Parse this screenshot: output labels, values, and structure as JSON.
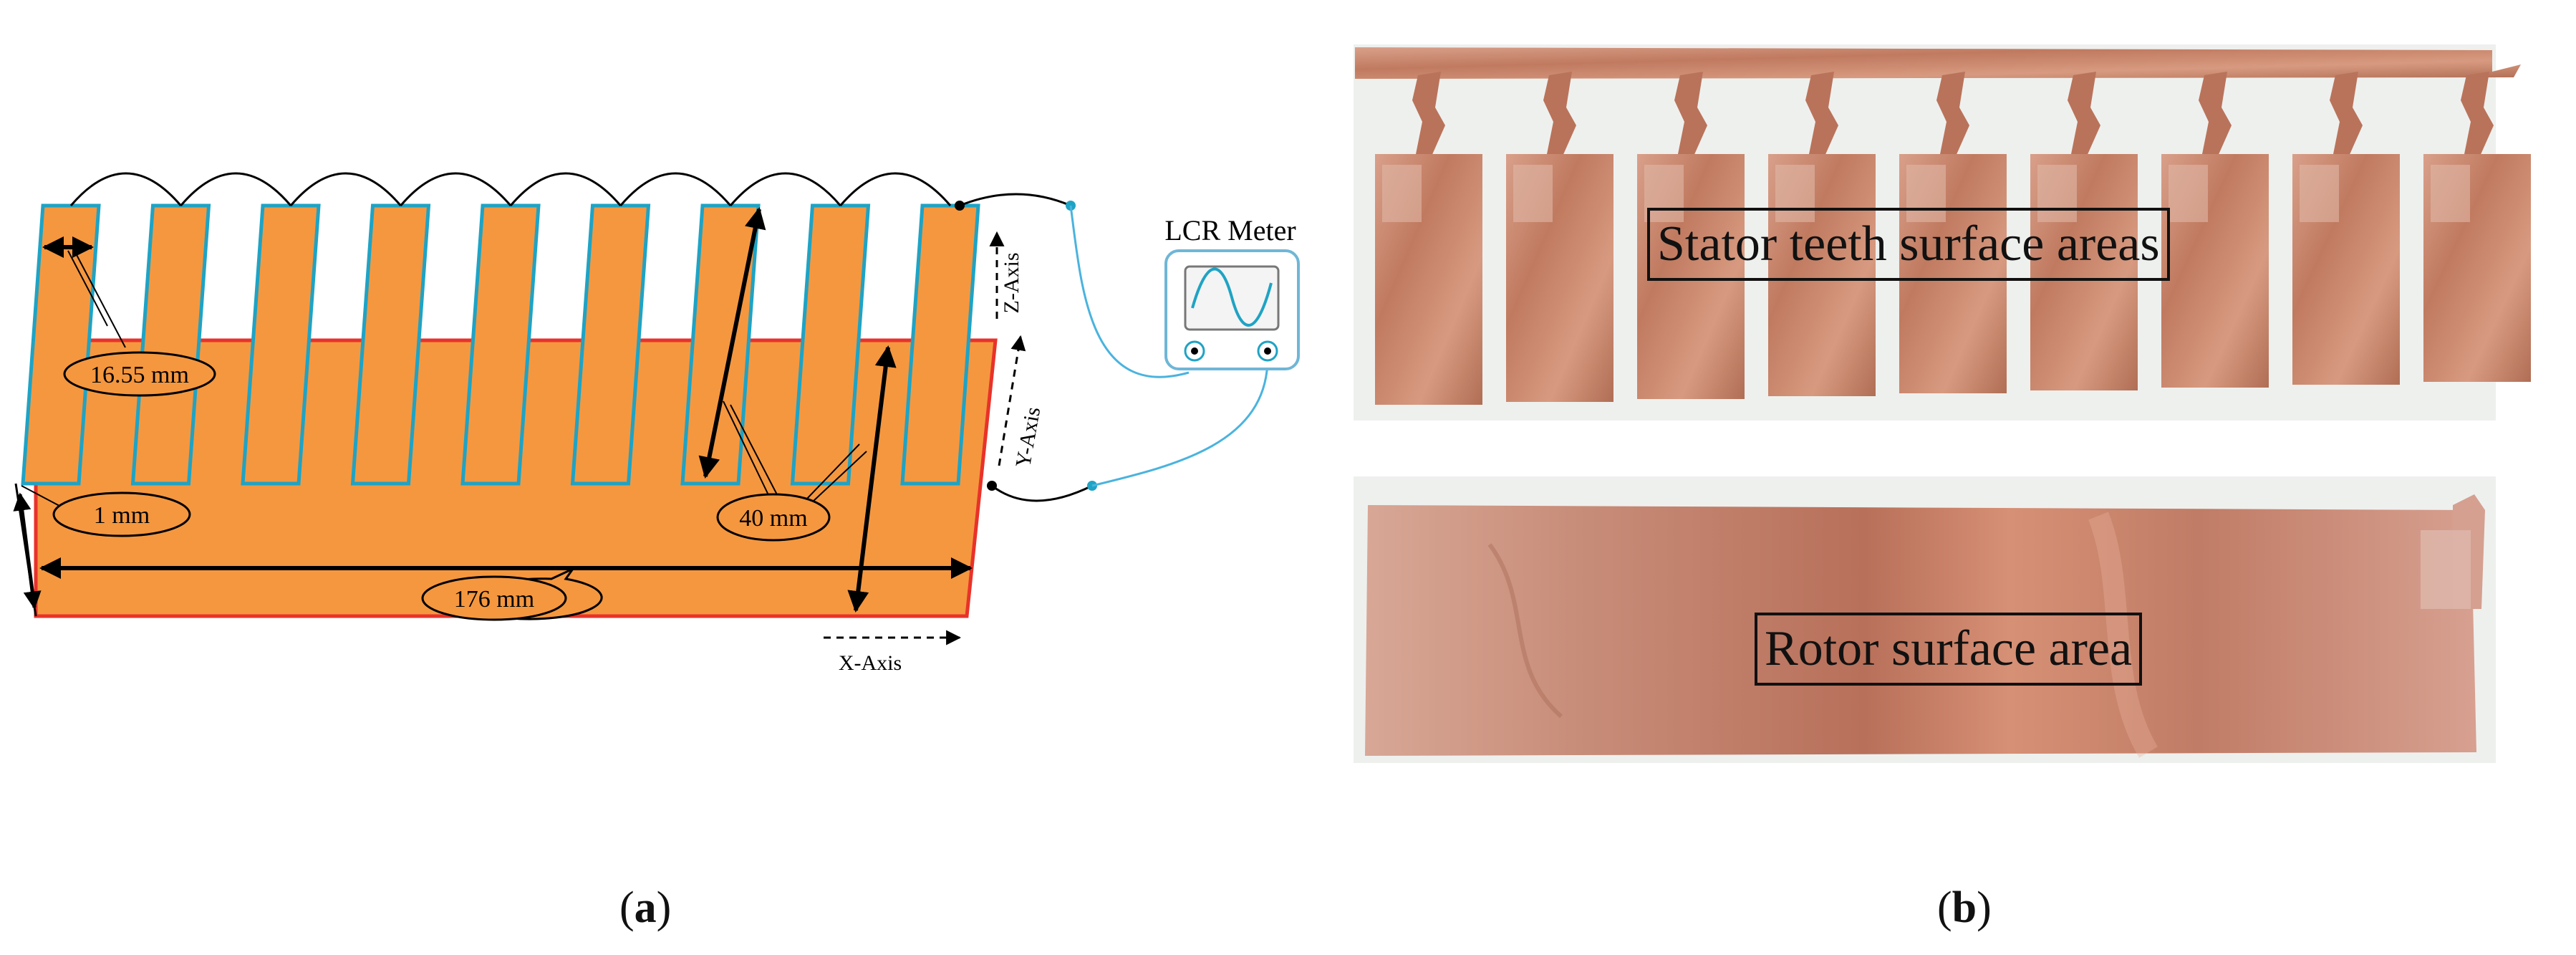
{
  "panel_a": {
    "dimensions": {
      "tooth_width": "16.55 mm",
      "thickness": "1 mm",
      "height": "40 mm",
      "length": "176 mm"
    },
    "axes": {
      "x": "X-Axis",
      "y": "Y-Axis",
      "z": "Z-Axis"
    },
    "meter_label": "LCR Meter",
    "tooth_count": 9,
    "colors": {
      "body_fill": "#F5973F",
      "rotor_outline": "#E8322A",
      "tooth_outline": "#1FA3C4",
      "wire": "#4AB3DE"
    }
  },
  "panel_b": {
    "stator_label": "Stator teeth surface areas",
    "rotor_label": "Rotor surface area",
    "colors": {
      "copper": "#C98465"
    }
  },
  "captions": {
    "a_letter": "a",
    "b_letter": "b"
  }
}
